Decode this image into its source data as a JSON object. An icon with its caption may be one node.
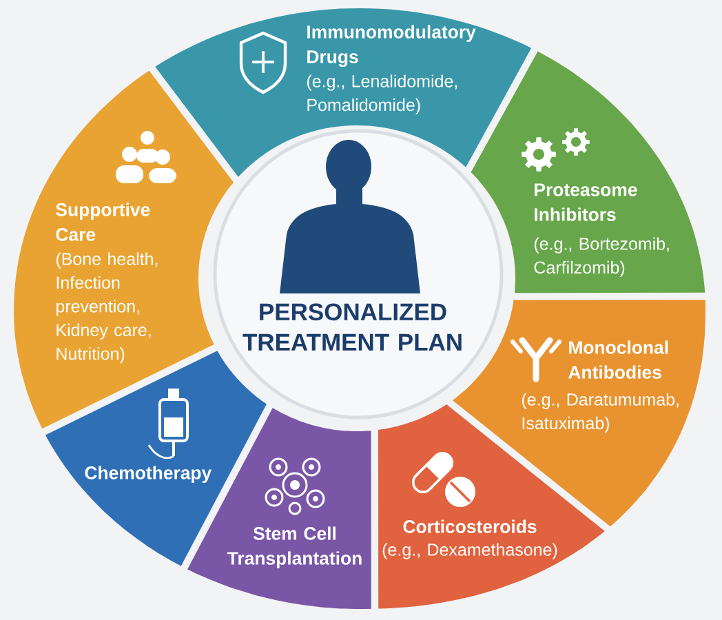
{
  "diagram": {
    "nodes": [
      {
        "text": [
          "PERSONALIZED TREATMENT PLAN"
        ]
      },
      {
        "text": [
          "Immunomodulatory Drugs",
          "(e.g., Lenalidomide, Pomalidomide)"
        ]
      },
      {
        "text": [
          "Proteasome Inhibitors",
          "(e.g., Bortezomib, Carfilzomib)"
        ]
      },
      {
        "text": [
          "Monoclonal Antibodies",
          "(e.g., Daratumumab, Isatuximab)"
        ]
      },
      {
        "text": [
          "Corticosteroids",
          "(e.g., Dexamethasone)"
        ]
      },
      {
        "text": [
          "Stem Cell Transplantation"
        ]
      },
      {
        "text": [
          "Chemotherapy"
        ]
      },
      {
        "text": [
          "Supportive Care",
          "(Bone health, Infection prevention, Kidney care, Nutrition)"
        ]
      }
    ]
  }
}
